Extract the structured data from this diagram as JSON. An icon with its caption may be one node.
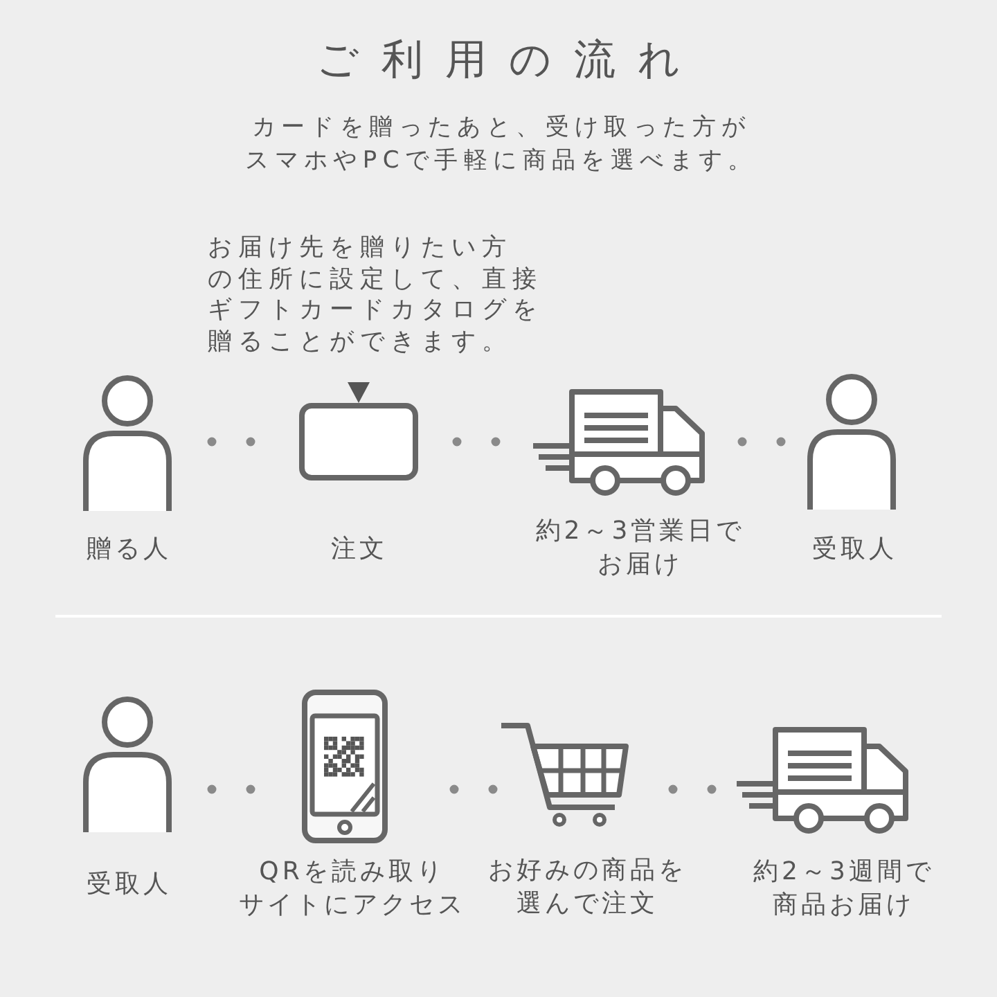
{
  "diagram": {
    "title": "ご利用の流れ",
    "nodes": [
      {
        "text": [
          "お届け先を贈りたい方の住所に設定して、直接ギフトカードカタログを贈ることができます。"
        ]
      },
      {
        "text": [],
        "shape": "person",
        "beside": [
          "贈る人"
        ]
      },
      {
        "text": [],
        "shape": "box",
        "beside": [
          "注文"
        ]
      },
      {
        "text": [],
        "shape": "picture",
        "beside": [
          "約2～3営業日でお届け"
        ]
      },
      {
        "text": [],
        "shape": "person",
        "beside": [
          "受取人"
        ]
      },
      {
        "text": [],
        "shape": "person",
        "beside": [
          "受取人"
        ]
      },
      {
        "text": [],
        "shape": "picture",
        "beside": [
          "QRを読み取りサイトにアクセス"
        ]
      },
      {
        "text": [],
        "shape": "picture",
        "beside": [
          "お好みの商品を選んで注文"
        ]
      },
      {
        "text": [],
        "shape": "picture",
        "beside": [
          "約2～3週間で商品お届け"
        ]
      }
    ],
    "edges": [
      {
        "from": 0,
        "to": 2,
        "arrow": "to"
      },
      {
        "from": 1,
        "to": 2,
        "arrow": "none",
        "style": "dashed"
      },
      {
        "from": 2,
        "to": 3,
        "arrow": "none",
        "style": "dashed"
      },
      {
        "from": 3,
        "to": 4,
        "arrow": "none",
        "style": "dashed"
      },
      {
        "from": 5,
        "to": 6,
        "arrow": "none",
        "style": "dashed"
      },
      {
        "from": 6,
        "to": 7,
        "arrow": "none",
        "style": "dashed"
      },
      {
        "from": 7,
        "to": 8,
        "arrow": "none",
        "style": "dashed"
      }
    ],
    "labels": [
      "カードを贈ったあと、受け取った方がスマホやPCで手軽に商品を選べます。"
    ]
  }
}
